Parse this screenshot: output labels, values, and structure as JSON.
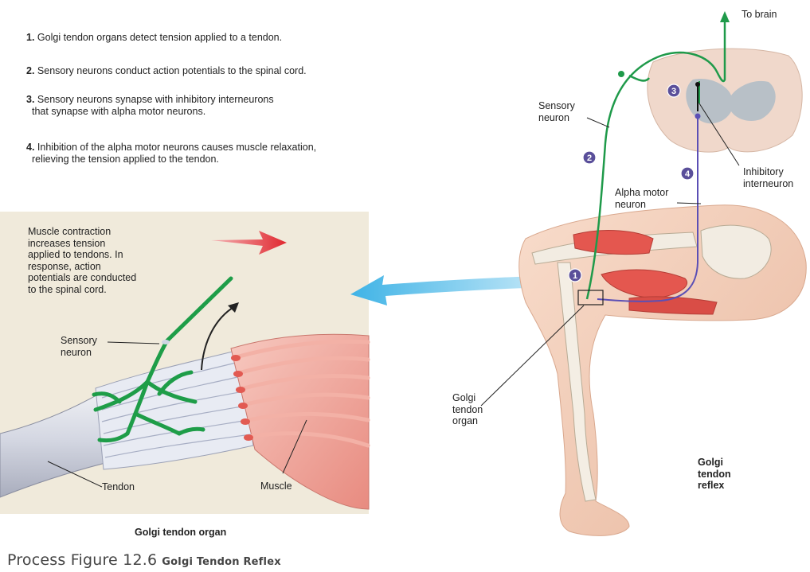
{
  "steps": [
    {
      "num": "1.",
      "text": "Golgi tendon organs detect tension applied to a tendon."
    },
    {
      "num": "2.",
      "text": "Sensory neurons conduct action potentials to the spinal cord."
    },
    {
      "num": "3.",
      "text": "Sensory neurons synapse with inhibitory interneurons",
      "text2": "that synapse with alpha motor neurons."
    },
    {
      "num": "4.",
      "text": "Inhibition of the alpha motor neurons causes muscle relaxation,",
      "text2": "relieving the tension applied to the tendon."
    }
  ],
  "inset": {
    "description_lines": [
      "Muscle contraction",
      "increases tension",
      "applied to tendons. In",
      "response, action",
      "potentials are conducted",
      "to the spinal cord."
    ],
    "sensory_neuron_lines": [
      "Sensory",
      "neuron"
    ],
    "tendon_label": "Tendon",
    "muscle_label": "Muscle",
    "caption": "Golgi tendon organ"
  },
  "leg": {
    "to_brain": "To brain",
    "sensory_neuron_lines": [
      "Sensory",
      "neuron"
    ],
    "alpha_motor_lines": [
      "Alpha motor",
      "neuron"
    ],
    "inhibitory_lines": [
      "Inhibitory",
      "interneuron"
    ],
    "golgi_organ_lines": [
      "Golgi",
      "tendon",
      "organ"
    ],
    "reflex_lines": [
      "Golgi",
      "tendon",
      "reflex"
    ],
    "badges": [
      "1",
      "2",
      "3",
      "4"
    ]
  },
  "figure": {
    "prefix": "Process Figure 12.6",
    "title": "Golgi Tendon Reflex"
  },
  "colors": {
    "sensory": "#1f9a4a",
    "motor": "#5b4fb5",
    "badge": "#5a4f9a",
    "arrow_blue": "#5bc0eb",
    "arrow_red": "#e0333a"
  }
}
